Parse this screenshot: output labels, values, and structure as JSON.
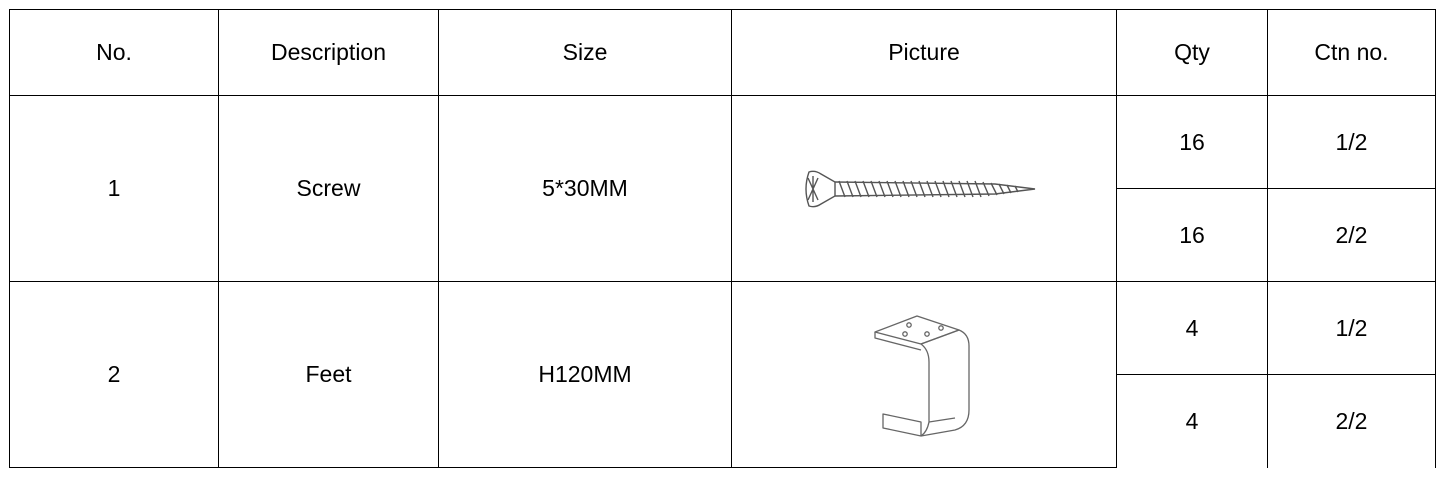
{
  "headers": [
    "No.",
    "Description",
    "Size",
    "Picture",
    "Qty",
    "Ctn no."
  ],
  "rows": [
    {
      "no": "1",
      "description": "Screw",
      "size": "5*30MM",
      "picture_icon": "screw-icon",
      "sub": [
        {
          "qty": "16",
          "ctn": "1/2"
        },
        {
          "qty": "16",
          "ctn": "2/2"
        }
      ]
    },
    {
      "no": "2",
      "description": "Feet",
      "size": "H120MM",
      "picture_icon": "bracket-foot-icon",
      "sub": [
        {
          "qty": "4",
          "ctn": "1/2"
        },
        {
          "qty": "4",
          "ctn": "2/2"
        }
      ]
    }
  ]
}
